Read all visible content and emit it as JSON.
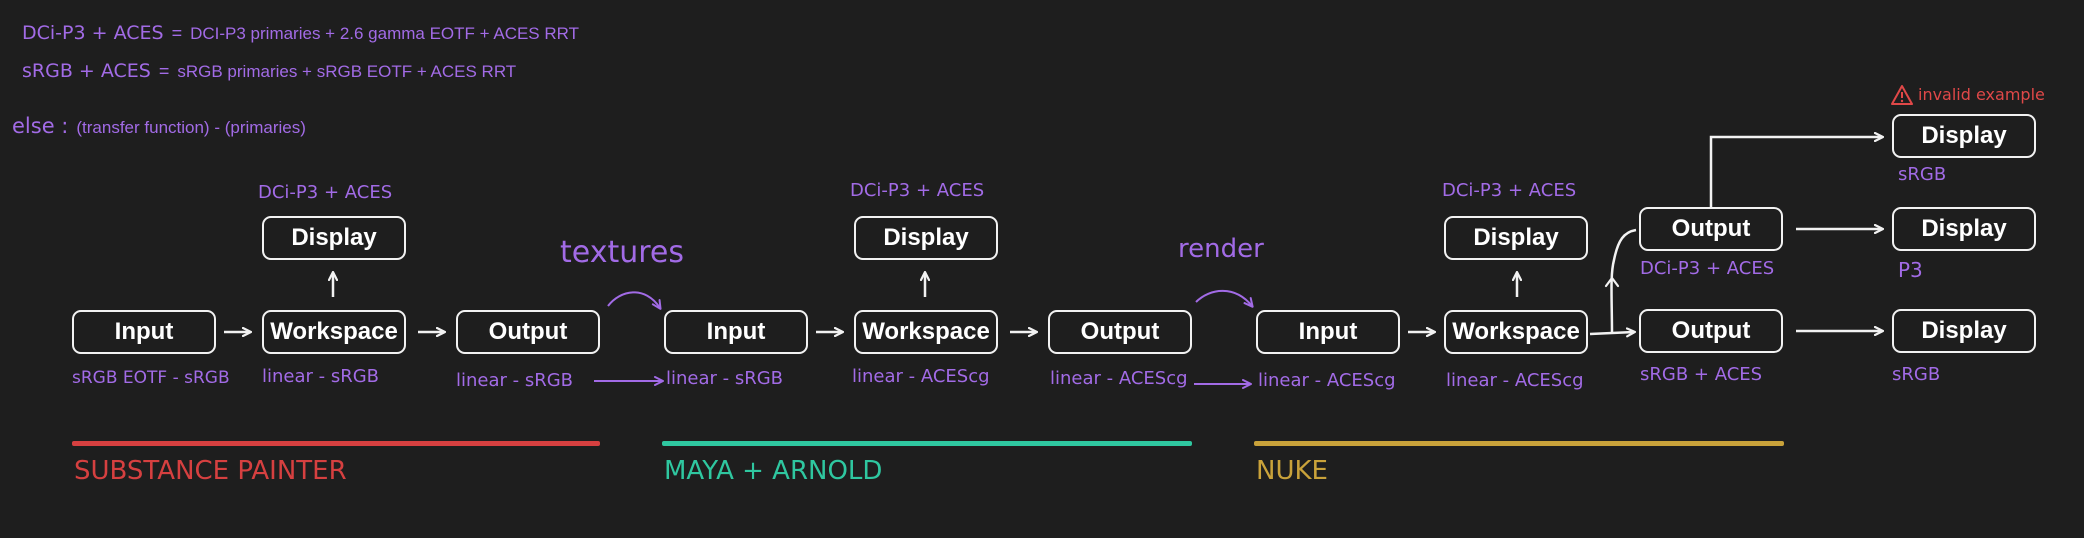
{
  "legend": {
    "p3": {
      "key": "DCi-P3 + ACES",
      "eq": "=",
      "value": "DCI-P3 primaries + 2.6 gamma EOTF + ACES RRT"
    },
    "srgb": {
      "key": "sRGB + ACES",
      "eq": "=",
      "value": "sRGB primaries + sRGB EOTF + ACES RRT"
    },
    "else": {
      "key": "else :",
      "value": "(transfer function) - (primaries)"
    }
  },
  "invalid_note": "invalid example",
  "stages": {
    "substance": {
      "input": "Input",
      "workspace": "Workspace",
      "output": "Output",
      "display": "Display",
      "display_label": "DCi-P3 + ACES",
      "input_label": "sRGB EOTF - sRGB",
      "workspace_label": "linear - sRGB",
      "output_label": "linear - sRGB"
    },
    "maya": {
      "input": "Input",
      "workspace": "Workspace",
      "output": "Output",
      "display": "Display",
      "display_label": "DCi-P3 + ACES",
      "input_label": "linear - sRGB",
      "workspace_label": "linear - ACEScg",
      "output_label": "linear - ACEScg"
    },
    "nuke": {
      "input": "Input",
      "workspace": "Workspace",
      "display": "Display",
      "display_label": "DCi-P3 + ACES",
      "input_label": "linear - ACEScg",
      "workspace_label": "linear - ACEScg",
      "output_top": "Output",
      "output_top_label": "DCi-P3 + ACES",
      "output_bottom": "Output",
      "output_bottom_label": "sRGB + ACES",
      "display_invalid": "Display",
      "display_invalid_label": "sRGB",
      "display_p3": "Display",
      "display_p3_label": "P3",
      "display_srgb": "Display",
      "display_srgb_label": "sRGB"
    }
  },
  "handoffs": {
    "textures": "textures",
    "render": "render"
  },
  "groups": [
    {
      "name": "SUBSTANCE PAINTER",
      "color": "#d64040"
    },
    {
      "name": "MAYA + ARNOLD",
      "color": "#2fc7a0"
    },
    {
      "name": "NUKE",
      "color": "#c9a23a"
    }
  ],
  "colors": {
    "background": "#1e1e1e",
    "box_stroke": "#f2f2f2",
    "annotation": "#a26be6",
    "warning": "#e04848"
  }
}
